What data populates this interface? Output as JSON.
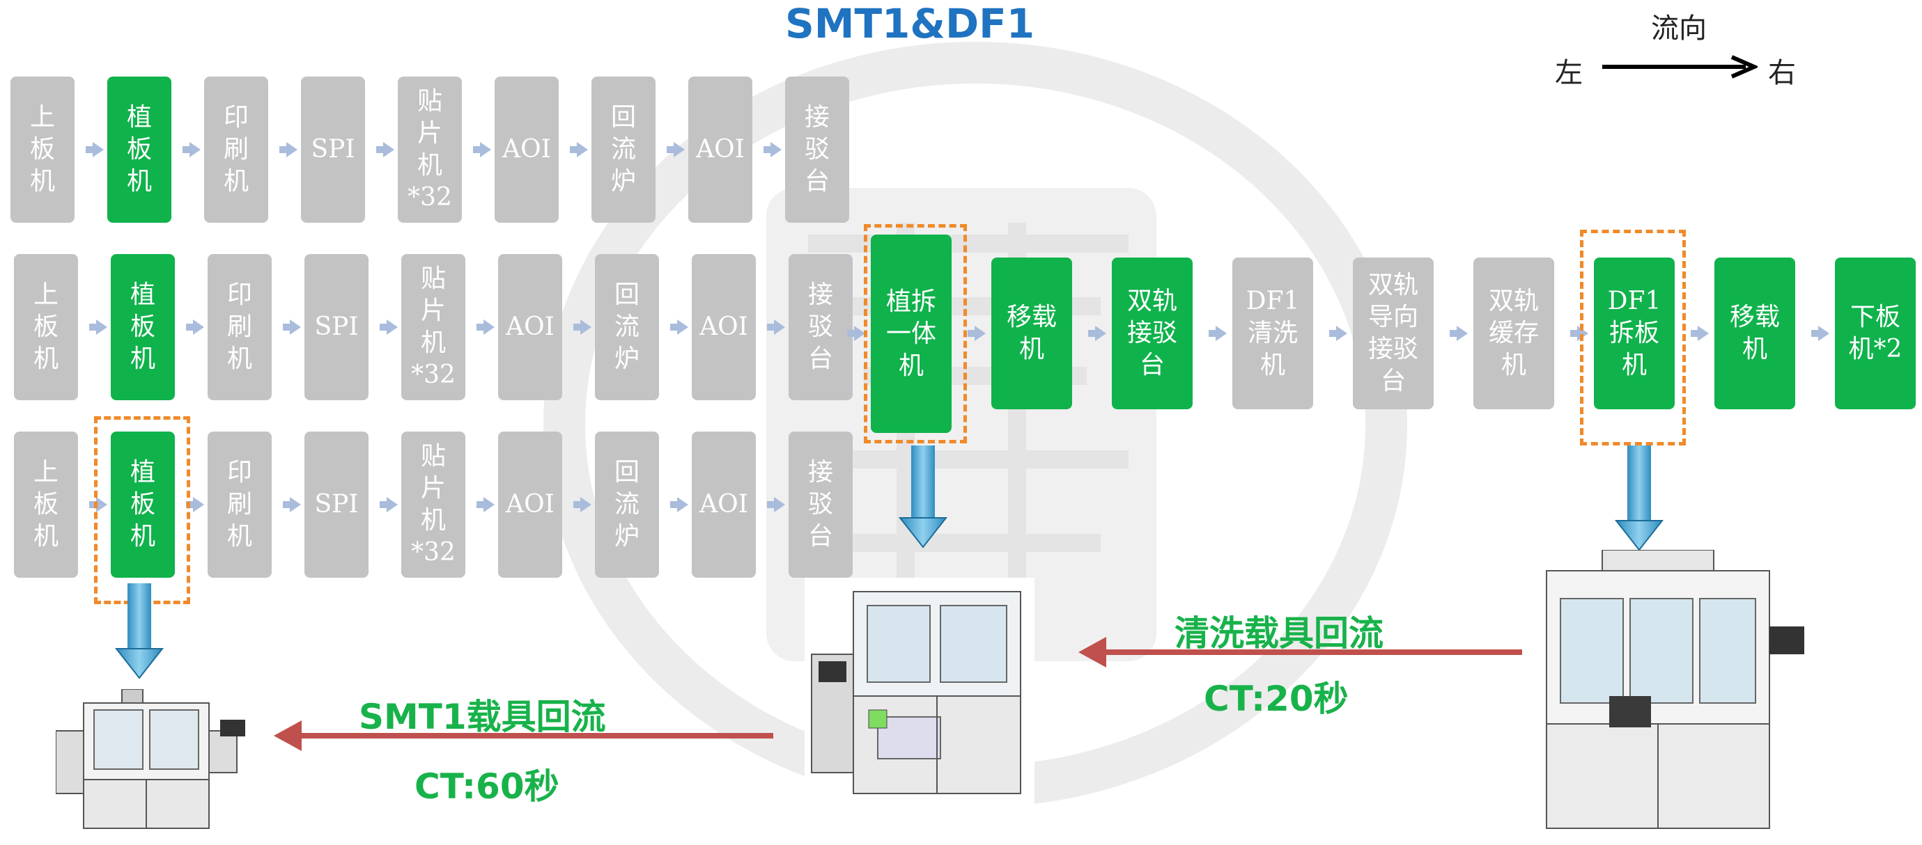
{
  "title": "SMT1&DF1",
  "direction": {
    "label": "流向",
    "left": "左",
    "right": "右"
  },
  "row1": [
    "上\n板\n机",
    "植\n板\n机",
    "印\n刷\n机",
    "SPI",
    "贴\n片\n机\n*32",
    "AOI",
    "回\n流\n炉",
    "AOI",
    "接\n驳\n台"
  ],
  "row2": [
    "上\n板\n机",
    "植\n板\n机",
    "印\n刷\n机",
    "SPI",
    "贴\n片\n机\n*32",
    "AOI",
    "回\n流\n炉",
    "AOI",
    "接\n驳\n台"
  ],
  "row3": [
    "上\n板\n机",
    "植\n板\n机",
    "印\n刷\n机",
    "SPI",
    "贴\n片\n机\n*32",
    "AOI",
    "回\n流\n炉",
    "AOI",
    "接\n驳\n台"
  ],
  "mainline": [
    "植拆\n一体\n机",
    "移载\n机",
    "双轨\n接驳\n台",
    "DF1\n清洗\n机",
    "双轨\n导向\n接驳\n台",
    "双轨\n缓存\n机",
    "DF1\n拆板\n机",
    "移载\n机",
    "下板\n机*2"
  ],
  "return1": {
    "label": "清洗载具回流",
    "ct": "CT:20秒"
  },
  "return2": {
    "label": "SMT1载具回流",
    "ct": "CT:60秒"
  },
  "colors": {
    "green": "#0fb24b",
    "gray": "#c3c3c3",
    "title": "#1f73c0",
    "dash": "#f08a2a",
    "return_arrow": "#c0504d"
  }
}
